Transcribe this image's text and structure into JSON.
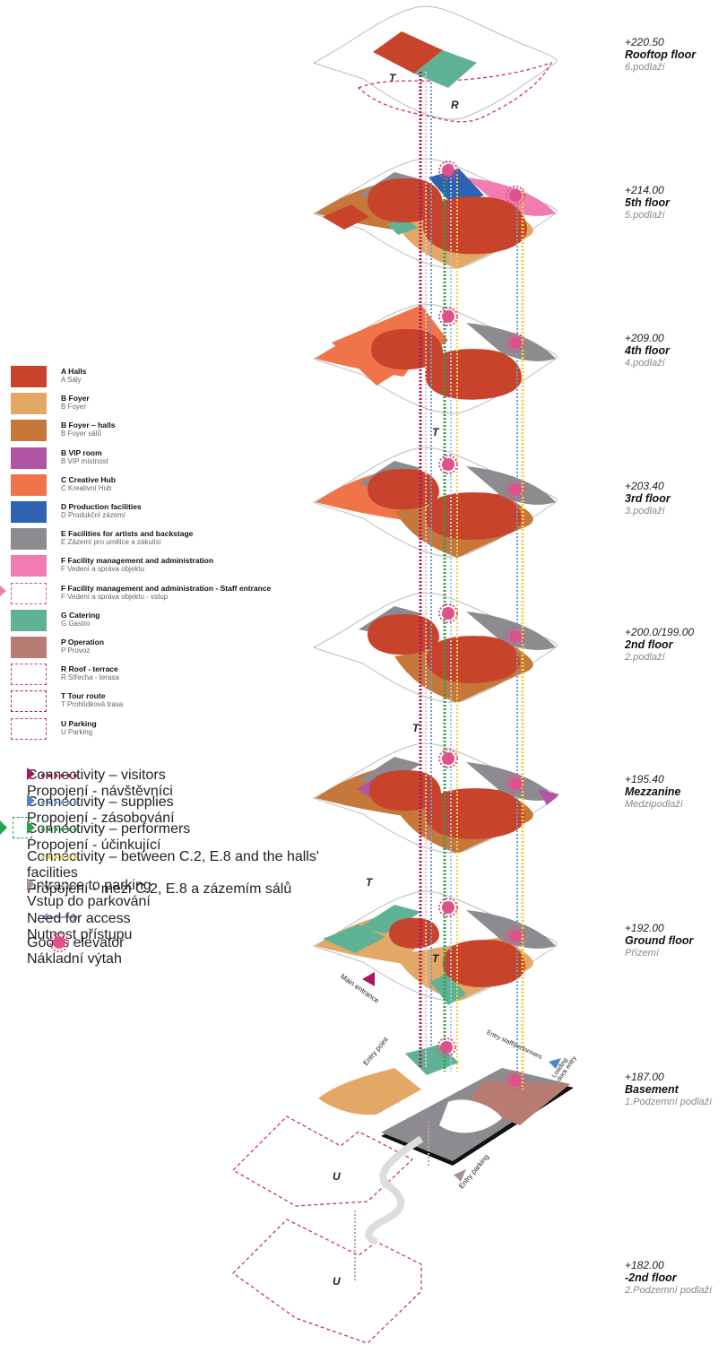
{
  "levels": [
    {
      "elev": "+220.50",
      "name": "Rooftop floor",
      "cz": "6.podlaží"
    },
    {
      "elev": "+214.00",
      "name": "5th floor",
      "cz": "5.podlaží"
    },
    {
      "elev": "+209.00",
      "name": "4th floor",
      "cz": "4.podlaží"
    },
    {
      "elev": "+203.40",
      "name": "3rd floor",
      "cz": "3.podlaží"
    },
    {
      "elev": "+200.0/199.00",
      "name": "2nd floor",
      "cz": "2.podlaží"
    },
    {
      "elev": "+195.40",
      "name": "Mezzanine",
      "cz": "Medzipodlaží"
    },
    {
      "elev": "+192.00",
      "name": "Ground floor",
      "cz": "Přízemí"
    },
    {
      "elev": "+187.00",
      "name": "Basement",
      "cz": "1.Podzemní podlaží"
    },
    {
      "elev": "+182.00",
      "name": "-2nd floor",
      "cz": "2.Podzemní podlaží"
    }
  ],
  "legend": [
    {
      "code": "A",
      "en": "A   Halls",
      "cz": "A   Sály",
      "color": "#c8432b",
      "style": "fill"
    },
    {
      "code": "B",
      "en": "B   Foyer",
      "cz": "B   Foyer",
      "color": "#e3a866",
      "style": "fill"
    },
    {
      "code": "B",
      "en": "B   Foyer – halls",
      "cz": "B   Foyer sálů",
      "color": "#c6783a",
      "style": "fill"
    },
    {
      "code": "B",
      "en": "B   VIP room",
      "cz": "B   VIP místnost",
      "color": "#b055a3",
      "style": "fill"
    },
    {
      "code": "C",
      "en": "C   Creative Hub",
      "cz": "C   Kreativní Hub",
      "color": "#f0744a",
      "style": "fill"
    },
    {
      "code": "D",
      "en": "D   Production facilities",
      "cz": "D   Produkční zázemí",
      "color": "#2f62b0",
      "style": "fill"
    },
    {
      "code": "E",
      "en": "E   Facilities for artists and backstage",
      "cz": "E   Zázemí pro umělce a zákulisí",
      "color": "#8d8b8f",
      "style": "fill"
    },
    {
      "code": "F",
      "en": "F   Facility management and administration",
      "cz": "F   Vedení a správa objektu",
      "color": "#f27cb2",
      "style": "fill"
    },
    {
      "code": "F",
      "en": "F   Facility management and administration - Staff entrance",
      "cz": "F   Vedení a správa objektu - vstup",
      "color": "#e0439a",
      "style": "dashed"
    },
    {
      "code": "G",
      "en": "G   Catering",
      "cz": "G   Gastro",
      "color": "#5fb394",
      "style": "fill"
    },
    {
      "code": "P",
      "en": "P   Operation",
      "cz": "P   Provoz",
      "color": "#b97c72",
      "style": "fill"
    },
    {
      "code": "R",
      "en": "R   Roof - terrace",
      "cz": "R   Střecha - terasa",
      "color": "#c43a5c",
      "style": "dashed"
    },
    {
      "code": "T",
      "en": "T   Tour route",
      "cz": "T   Prohlídková trasa",
      "color": "#9b2347",
      "style": "dashed"
    },
    {
      "code": "U",
      "en": "U   Parking",
      "cz": "U   Parking",
      "color": "#c43a5c",
      "style": "dashed"
    }
  ],
  "connectivity": [
    {
      "en": "Connectivity – visitors",
      "cz": "Propojení - návštěvníci",
      "color": "#a8185a",
      "pointer": "#a8185a"
    },
    {
      "en": "Connectivity – supplies",
      "cz": "Propojení - zásobování",
      "color": "#6f9fd0",
      "pointer": "#4d86c4"
    },
    {
      "en": "Connectivity – performers",
      "cz": "Propojení - účinkující",
      "color": "#2e9e50",
      "pointer": "#22a450"
    },
    {
      "en": "Connectivity – between C.2, E.8 and the halls' facilities",
      "cz": "Propojení - mezi C.2, E.8 a zázemím sálů",
      "color": "#f1d23b",
      "pointer": ""
    },
    {
      "en": "Entrance to parking",
      "cz": "Vstup do parkování",
      "color": "#b7a6a8",
      "pointer": "#a79497"
    },
    {
      "en": "Need for access",
      "cz": "Nutnost přístupu",
      "color": "#3a3f8a",
      "pointer": ""
    },
    {
      "en": "Goods elevator",
      "cz": "Nákladní výtah",
      "color": "#e0508a",
      "pointer": ""
    }
  ],
  "labels": {
    "main_entrance": "Main entrance",
    "entry_point": "Entry point",
    "entry_staff": "Entry staff/performers",
    "loading_dock": "Loading dock entry",
    "entry_parking": "Entry parking",
    "R": "R",
    "T": "T",
    "U": "U"
  }
}
